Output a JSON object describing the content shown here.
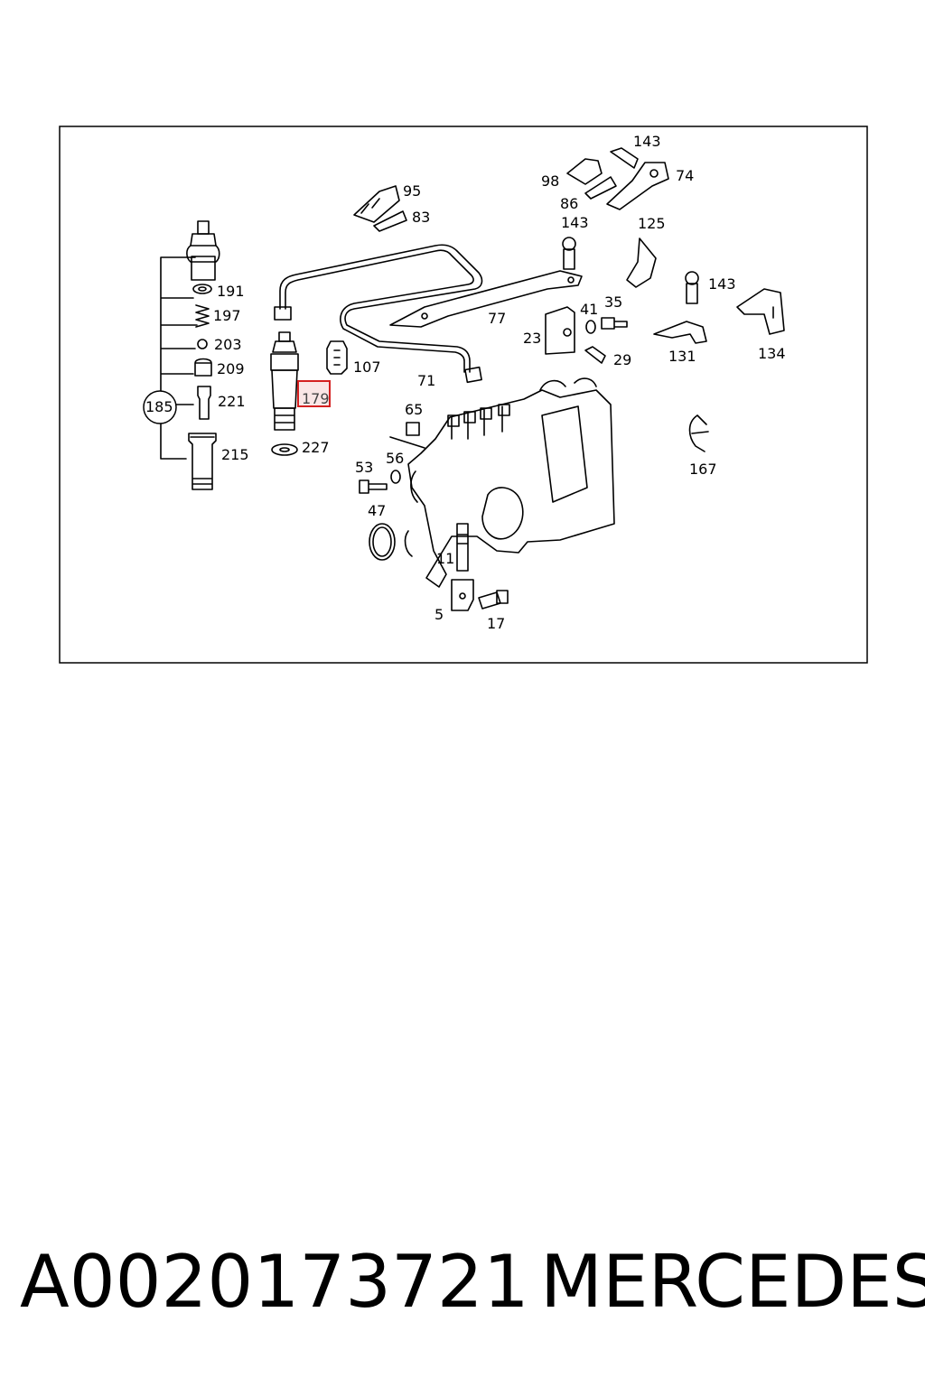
{
  "diagram": {
    "labels": {
      "l143a": "143",
      "l98": "98",
      "l74": "74",
      "l86": "86",
      "l95": "95",
      "l83": "83",
      "l143b": "143",
      "l125": "125",
      "l143c": "143",
      "l191": "191",
      "l197": "197",
      "l77": "77",
      "l41": "41",
      "l35": "35",
      "l23": "23",
      "l131": "131",
      "l134": "134",
      "l203": "203",
      "l107": "107",
      "l29": "29",
      "l209": "209",
      "l71": "71",
      "l179": "179",
      "l185": "185",
      "l221": "221",
      "l65": "65",
      "l227": "227",
      "l215": "215",
      "l56": "56",
      "l53": "53",
      "l167": "167",
      "l47": "47",
      "l11": "11",
      "l5": "5",
      "l17": "17"
    },
    "highlight_color": "#d42020"
  },
  "footer": {
    "part_number": "A0020173721",
    "brand": "MERCEDES"
  }
}
